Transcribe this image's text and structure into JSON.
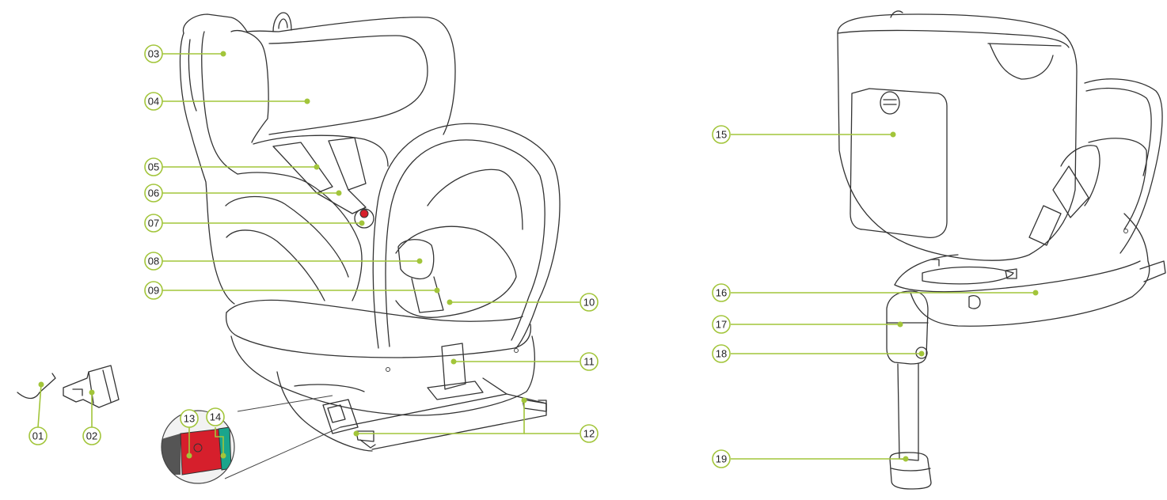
{
  "colors": {
    "accent": "#a2c53a",
    "outline": "#333333",
    "detail_red": "#d61f2c",
    "detail_teal": "#1aa58c"
  },
  "labels": {
    "c01": "01",
    "c02": "02",
    "c03": "03",
    "c04": "04",
    "c05": "05",
    "c06": "06",
    "c07": "07",
    "c08": "08",
    "c09": "09",
    "c10": "10",
    "c11": "11",
    "c12": "12",
    "c13": "13",
    "c14": "14",
    "c15": "15",
    "c16": "16",
    "c17": "17",
    "c18": "18",
    "c19": "19"
  }
}
